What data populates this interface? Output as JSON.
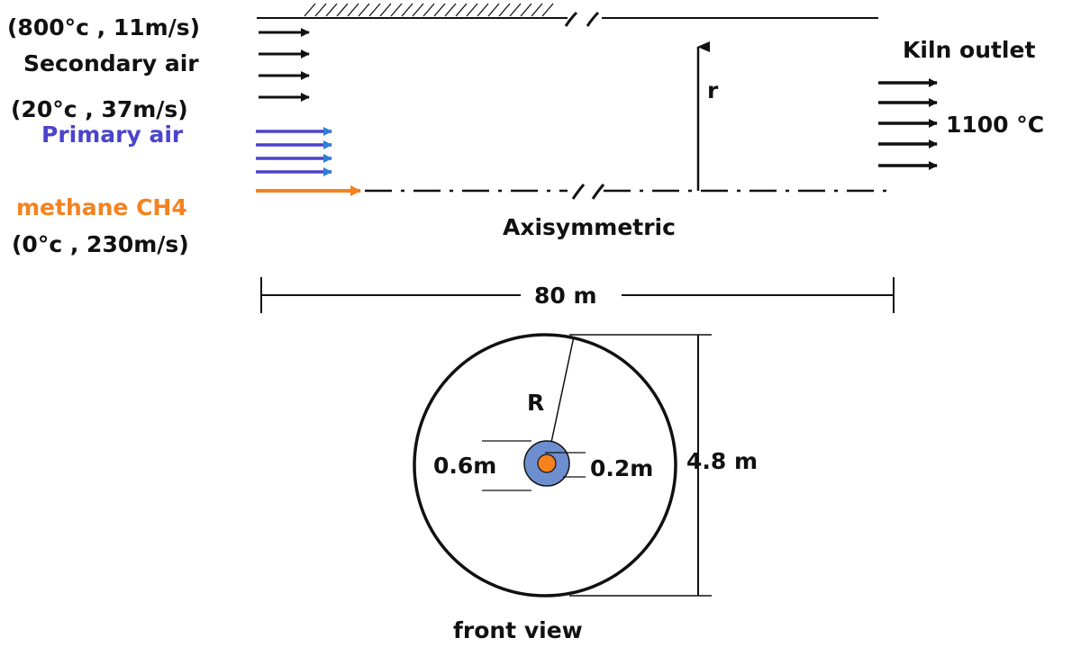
{
  "labels": {
    "secondary_conditions": "(800°c , 11m/s)",
    "secondary_air": "Secondary air",
    "primary_conditions": "(20°c , 37m/s)",
    "primary_air": "Primary air",
    "methane": "methane CH4",
    "methane_conditions": "(0°c , 230m/s)",
    "kiln_outlet": "Kiln outlet",
    "outlet_temperature": "1100 °C",
    "radius_small": "r",
    "axisymmetric": "Axisymmetric",
    "length": "80 m",
    "radius_large": "R",
    "inner_diameter": "0.6m",
    "fuel_diameter": "0.2m",
    "kiln_diameter": "4.8 m",
    "front_view": "front view"
  },
  "colors": {
    "ink": "#111111",
    "primary_air": "#4b44cc",
    "primary_arrow_head": "#2e7fd9",
    "methane": "#f5821f",
    "annulus_fill": "#6e8fcf",
    "core_fill": "#f5821f"
  }
}
